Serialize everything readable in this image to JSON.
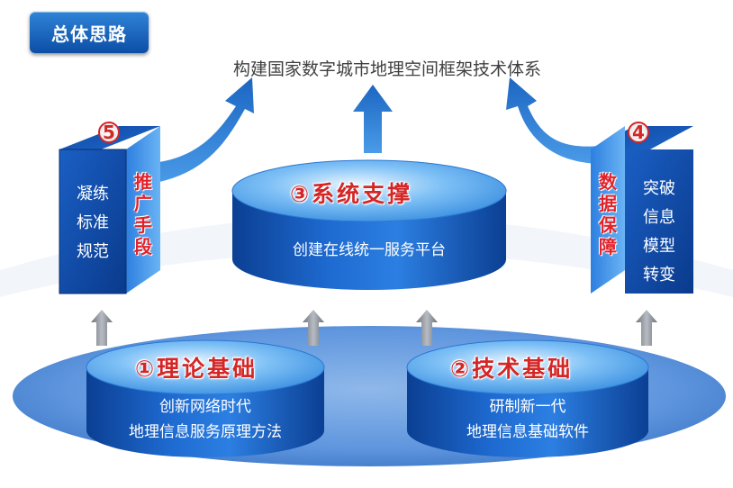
{
  "badge": {
    "label": "总体思路"
  },
  "goal": {
    "text": "构建国家数字城市地理空间框架技术体系"
  },
  "center": {
    "number": "③",
    "title": "系统支撑",
    "subtitle": "创建在线统一服务平台"
  },
  "left_base": {
    "number": "①",
    "title": "理论基础",
    "line1": "创新网络时代",
    "line2": "地理信息服务原理方法"
  },
  "right_base": {
    "number": "②",
    "title": "技术基础",
    "line1": "研制新一代",
    "line2": "地理信息基础软件"
  },
  "left_pillar": {
    "number": "5",
    "front_lines": [
      "凝练",
      "标准",
      "规范"
    ],
    "side_chars": [
      "推",
      "广",
      "手",
      "段"
    ]
  },
  "right_pillar": {
    "number": "4",
    "front_lines": [
      "突破",
      "信息",
      "模型",
      "转变"
    ],
    "side_chars": [
      "数",
      "据",
      "保",
      "障"
    ]
  },
  "colors": {
    "blue_dark": "#0a3f8e",
    "blue_light": "#4aa3ee",
    "red": "#d42626",
    "arrow": "#1f6fc2",
    "gray_arrow": "#8a8f96"
  }
}
